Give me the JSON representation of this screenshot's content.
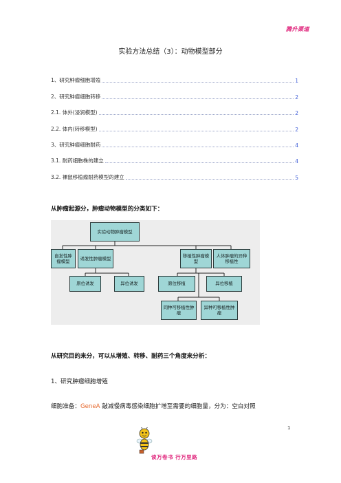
{
  "header": {
    "brand": "腾升渠道"
  },
  "document": {
    "title": "实验方法总结（3）：动物模型部分",
    "toc": [
      {
        "label": "1、研究肿瘤细胞增殖",
        "page": "1"
      },
      {
        "label": "2、研究肿瘤细胞转移",
        "page": "2"
      },
      {
        "label": "2.1.  体外(浸润模型)",
        "page": "2"
      },
      {
        "label": "2.2.  体内(转移模型)",
        "page": "2"
      },
      {
        "label": "3、研究肿瘤细胞耐药",
        "page": "4"
      },
      {
        "label": "3.1.  耐药细胞株的建立",
        "page": "4"
      },
      {
        "label": "3.2.  裸鼠移植瘤耐药模型的建立",
        "page": "5"
      }
    ],
    "heading_classification": "从肿瘤起源分，肿瘤动物模型的分类如下：",
    "diagram": {
      "root": "实验动物肿瘤模型",
      "spontaneous": "自发性肿瘤模型",
      "induced": "诱发性肿瘤模型",
      "transplant": "移植性肿瘤模型",
      "human": "人体肿瘤的异种移植性",
      "orthotopic_induced": "原位诱发",
      "ectopic_induced": "异位诱发",
      "orthotopic_transplant": "原位移植",
      "ectopic_transplant": "异位移植",
      "allograft": "同种可移植性肿瘤",
      "xenograft": "异种可移植性肿瘤"
    },
    "heading_purpose": "从研究目的来分，可以从增殖、转移、耐药三个角度来分析：",
    "section1_title": "1、研究肿瘤细胞增殖",
    "body_prefix": "细胞准备：",
    "body_highlight": "GeneA",
    "body_rest": " 敲减慢病毒感染细胞扩增至需要的细胞量，分为：空白对照",
    "page_number": "1"
  },
  "footer": {
    "slogan": "读万卷书  行万里路"
  }
}
